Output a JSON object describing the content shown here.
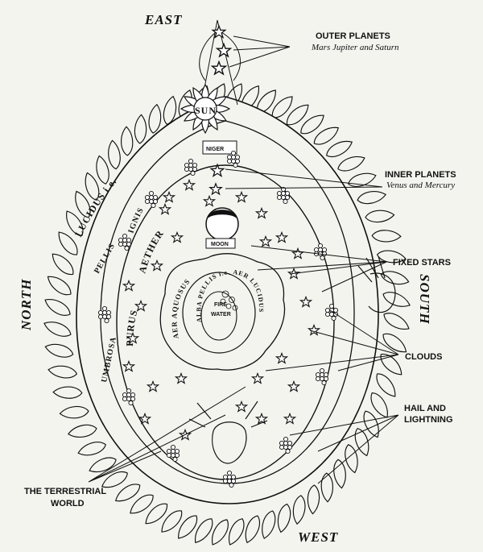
{
  "directions": {
    "east": "EAST",
    "west": "WEST",
    "north": "NORTH",
    "south": "SOUTH"
  },
  "labels": {
    "outer_planets": "OUTER PLANETS",
    "outer_planets_names": "Mars Jupiter and Saturn",
    "inner_planets": "INNER PLANETS",
    "inner_planets_names": "Venus and Mercury",
    "fixed_stars": "FIXED STARS",
    "clouds": "CLOUDS",
    "hail_line1": "HAIL AND",
    "hail_line2": "LIGHTNING",
    "terrestrial_line1": "THE TERRESTRIAL",
    "terrestrial_line2": "WORLD"
  },
  "inscriptions": {
    "sun": "SUN",
    "niger": "NIGER",
    "moon": "MOON",
    "lucidus": "LUCIDUS",
    "ie": "i.e.",
    "ignis": "IGNIS",
    "aether": "AETHER",
    "purus": "PURUS",
    "pellis": "PELLIS",
    "umbrosa": "UMBROSA",
    "aer_aquosus": "AER AQUOSUS",
    "alba_pellis": "ALBA PELLIS i.e. AER LUCIDUS",
    "water": "WATER",
    "fire": "FIRE"
  }
}
